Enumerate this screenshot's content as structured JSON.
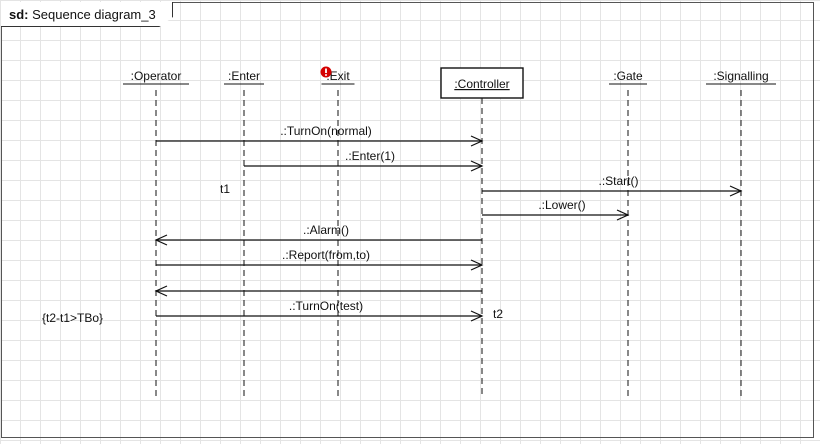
{
  "frame": {
    "keyword": "sd:",
    "name": "Sequence diagram_3"
  },
  "lifelines": [
    {
      "label": ":Operator"
    },
    {
      "label": ":Enter"
    },
    {
      "label": ":Exit",
      "has_error": true
    },
    {
      "label": ":Controller",
      "boxed": true
    },
    {
      "label": ":Gate"
    },
    {
      "label": ":Signalling"
    }
  ],
  "messages": [
    {
      "from": 0,
      "to": 3,
      "label": ".:TurnOn(normal)"
    },
    {
      "from": 1,
      "to": 3,
      "label": ".:Enter(1)"
    },
    {
      "from": 3,
      "to": 5,
      "label": ".:Start()"
    },
    {
      "from": 3,
      "to": 4,
      "label": ".:Lower()"
    },
    {
      "from": 3,
      "to": 0,
      "label": ".:Alarm()"
    },
    {
      "from": 0,
      "to": 3,
      "label": ".:Report(from,to)"
    },
    {
      "from": 3,
      "to": 0,
      "label": ""
    },
    {
      "from": 0,
      "to": 3,
      "label": ".:TurnOn(test)"
    }
  ],
  "annotations": {
    "t1": "t1",
    "t2": "t2",
    "constraint": "{t2-t1>TBo}"
  },
  "colors": {
    "line": "#111111",
    "error": "#d40000",
    "grid": "#e4e4e4"
  }
}
